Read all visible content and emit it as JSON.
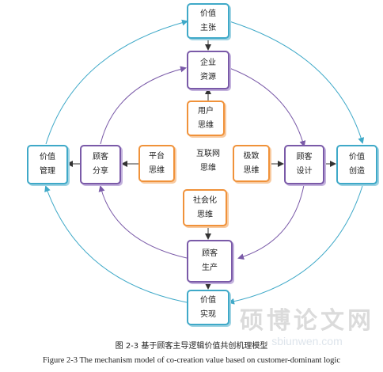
{
  "nodes": {
    "value_claim": {
      "line1": "价值",
      "line2": "主张"
    },
    "enterprise_res": {
      "line1": "企业",
      "line2": "资源"
    },
    "user_thinking": {
      "line1": "用户",
      "line2": "思维"
    },
    "value_manage": {
      "line1": "价值",
      "line2": "管理"
    },
    "customer_share": {
      "line1": "顾客",
      "line2": "分享"
    },
    "platform_thinking": {
      "line1": "平台",
      "line2": "思维"
    },
    "extreme_thinking": {
      "line1": "极致",
      "line2": "思维"
    },
    "customer_design": {
      "line1": "顾客",
      "line2": "设计"
    },
    "value_create": {
      "line1": "价值",
      "line2": "创造"
    },
    "social_thinking": {
      "line1": "社会化",
      "line2": "思维"
    },
    "customer_produce": {
      "line1": "顾客",
      "line2": "生产"
    },
    "value_realize": {
      "line1": "价值",
      "line2": "实现"
    }
  },
  "center": {
    "line1": "互联网",
    "line2": "思维"
  },
  "caption": {
    "chinese": "图 2-3 基于顾客主导逻辑价值共创机理模型",
    "english": "Figure 2-3 The mechanism model of co-creation value based on customer-dominant logic"
  },
  "watermark": {
    "main": "硕博论文网",
    "url": "sbiunwen.com"
  },
  "colors": {
    "teal": "#3fa9c8",
    "purple": "#7a5aa8",
    "orange": "#f0923a",
    "arrow": "#333333"
  }
}
